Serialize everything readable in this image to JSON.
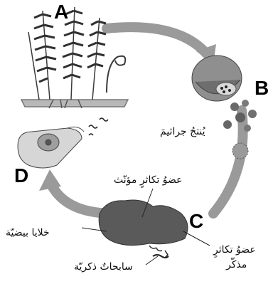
{
  "labels": {
    "a": "A",
    "b": "B",
    "c": "C",
    "d": "D"
  },
  "captions": {
    "spores": "يُنتجُ جراثيمَ",
    "female_organ": "عضوُ تكاثرٍ مؤنّث",
    "egg_cells": "خلايا بيضيّة",
    "male_organ_line1": "عضوُ تكاثرٍ",
    "male_organ_line2": "مذكّر",
    "sperm": "سابحاتٌ ذكريّة"
  },
  "colors": {
    "cycle_arrow": "#8a8a8a",
    "fern": "#3f3f3f",
    "prothallus": "#4a4a4a",
    "sporangium": "#5a5a5a"
  }
}
